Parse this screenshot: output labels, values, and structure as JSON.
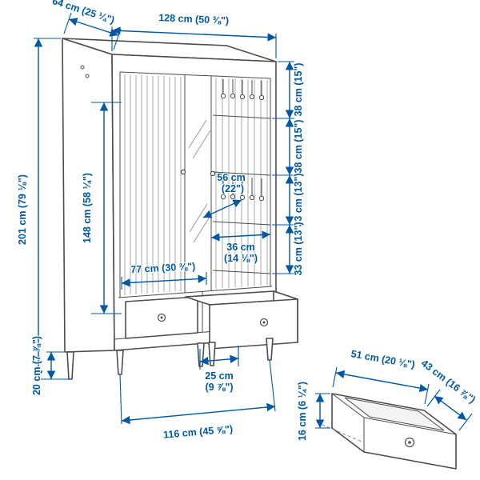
{
  "colors": {
    "dimension_blue": "#0058a3",
    "furniture_gray": "#4c4c4c",
    "background": "#ffffff"
  },
  "wardrobe_view": {
    "top_depth": {
      "label": "64 cm (25 ¼\")"
    },
    "top_width": {
      "label": "128 cm (50 ⅜\")"
    },
    "total_height": {
      "label": "201 cm (79 ⅛\")"
    },
    "interior_height": {
      "label": "148 cm (58 ¼\")"
    },
    "right_side_sections": [
      {
        "label": "38 cm (15\")"
      },
      {
        "label": "38 cm (15\")"
      },
      {
        "label": "33 cm (13\")"
      },
      {
        "label": "33 cm (13\")"
      }
    ],
    "interior_depth": {
      "cm": "56 cm",
      "inches": "(22\")"
    },
    "interior_width_small": {
      "cm": "36 cm",
      "inches": "(14 ⅛\")"
    },
    "interior_width_large": {
      "label": "77 cm (30 ⅜\")"
    },
    "leg_height": {
      "label": "20 cm (7 ⅞\")"
    },
    "drawer_extension": {
      "cm": "25 cm",
      "inches": "(9 ⅞\")"
    },
    "base_width": {
      "label": "116 cm (45 ⅝\")"
    }
  },
  "drawer_view": {
    "width": {
      "label": "51 cm (20 ⅛\")"
    },
    "depth": {
      "label": "43 cm (16 ⅞\")"
    },
    "height": {
      "label": "16 cm (6 ¼\")"
    }
  }
}
